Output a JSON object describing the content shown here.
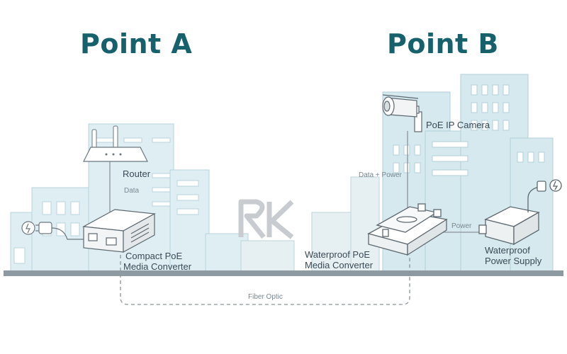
{
  "titles": {
    "point_a": "Point A",
    "point_b": "Point B"
  },
  "labels": {
    "router": "Router",
    "data": "Data",
    "compact_line1": "Compact PoE",
    "compact_line2": "Media Converter",
    "waterproof_line1": "Waterproof PoE",
    "waterproof_line2": "Media Converter",
    "camera": "PoE IP Camera",
    "data_power": "Data + Power",
    "power": "Power",
    "psu_line1": "Waterproof",
    "psu_line2": "Power Supply",
    "fiber": "Fiber Optic"
  },
  "colors": {
    "title": "#17616c",
    "building": "#cfe3ea",
    "ground": "#8e9aa2",
    "line": "#8a949b"
  }
}
